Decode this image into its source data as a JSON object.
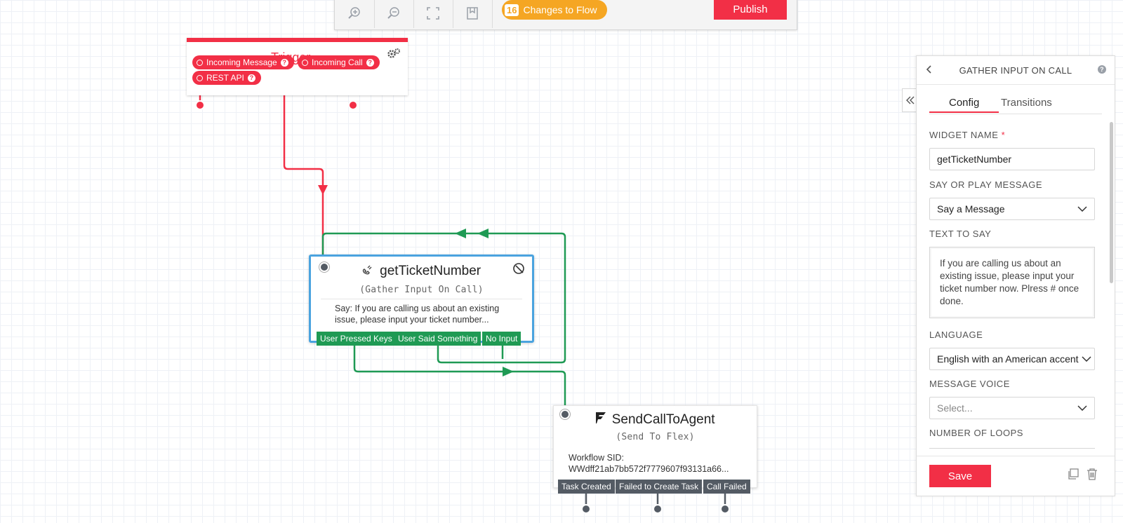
{
  "toolbar": {
    "changes_count": "16",
    "changes_label": "Changes to Flow",
    "publish_label": "Publish"
  },
  "trigger": {
    "title": "Trigger",
    "pills": [
      {
        "label": "Incoming Message",
        "help": "?"
      },
      {
        "label": "Incoming Call",
        "help": "?"
      },
      {
        "label": "REST API",
        "help": "?"
      }
    ]
  },
  "gather_widget": {
    "title": "getTicketNumber",
    "subtitle": "(Gather Input On Call)",
    "body_line1": "Say: If you are calling us about an existing",
    "body_line2": "issue, please input your ticket number...",
    "transitions": [
      "User Pressed Keys",
      "User Said Something",
      "No Input"
    ]
  },
  "flex_widget": {
    "title": "SendCallToAgent",
    "subtitle": "(Send To Flex)",
    "body_line1": "Workflow SID:",
    "body_line2": "WWdff21ab7bb572f7779607f93131a66...",
    "transitions": [
      "Task Created",
      "Failed to Create Task",
      "Call Failed"
    ]
  },
  "panel": {
    "title": "GATHER INPUT ON CALL",
    "help": "?",
    "tabs": [
      "Config",
      "Transitions"
    ],
    "widget_name_label": "WIDGET NAME",
    "required_mark": "*",
    "widget_name_value": "getTicketNumber",
    "say_play_label": "SAY OR PLAY MESSAGE",
    "say_play_value": "Say a Message",
    "text_to_say_label": "TEXT TO SAY",
    "text_to_say_value": "If you are calling us about an existing issue, please input your ticket number now. Plress # once done.",
    "language_label": "LANGUAGE",
    "language_value": "English with an American accent",
    "voice_label": "MESSAGE VOICE",
    "voice_placeholder": "Select...",
    "loops_label": "NUMBER OF LOOPS",
    "save_label": "Save"
  },
  "colors": {
    "brand_red": "#f22f46",
    "transition_green": "#1f9a54",
    "selected_blue": "#4aa3df",
    "changes_orange": "#f5a623"
  }
}
